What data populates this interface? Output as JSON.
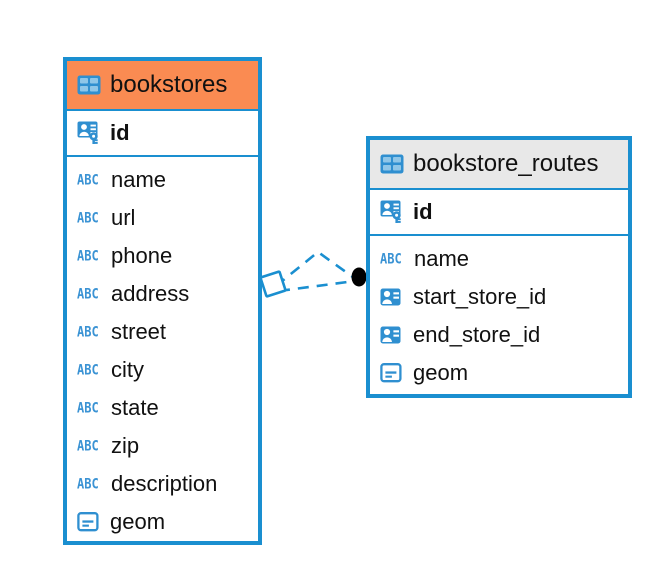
{
  "diagram": {
    "type": "er-diagram",
    "background": "#ffffff",
    "colors": {
      "border": "#1a8fd0",
      "accent_header": "#fa8b52",
      "neutral_header": "#e8e8e8",
      "icon_blue": "#2f8fd0",
      "icon_abc": "#3b93d4",
      "relation_line": "#1a8fd0",
      "relation_endpoint": "#000000",
      "text": "#111111"
    },
    "entities": [
      {
        "name": "bookstores",
        "header_style": "accent",
        "table_icon": "table-grid-icon",
        "primary_key": {
          "name": "id",
          "icon": "primary-key-icon"
        },
        "columns": [
          {
            "name": "name",
            "icon": "text-type-icon",
            "icon_label": "ABC"
          },
          {
            "name": "url",
            "icon": "text-type-icon",
            "icon_label": "ABC"
          },
          {
            "name": "phone",
            "icon": "text-type-icon",
            "icon_label": "ABC"
          },
          {
            "name": "address",
            "icon": "text-type-icon",
            "icon_label": "ABC"
          },
          {
            "name": "street",
            "icon": "text-type-icon",
            "icon_label": "ABC"
          },
          {
            "name": "city",
            "icon": "text-type-icon",
            "icon_label": "ABC"
          },
          {
            "name": "state",
            "icon": "text-type-icon",
            "icon_label": "ABC"
          },
          {
            "name": "zip",
            "icon": "text-type-icon",
            "icon_label": "ABC"
          },
          {
            "name": "description",
            "icon": "text-type-icon",
            "icon_label": "ABC"
          },
          {
            "name": "geom",
            "icon": "geometry-type-icon",
            "icon_label": ""
          }
        ]
      },
      {
        "name": "bookstore_routes",
        "header_style": "neutral",
        "table_icon": "table-grid-icon",
        "primary_key": {
          "name": "id",
          "icon": "primary-key-icon"
        },
        "columns": [
          {
            "name": "name",
            "icon": "text-type-icon",
            "icon_label": "ABC"
          },
          {
            "name": "start_store_id",
            "icon": "foreign-key-icon",
            "icon_label": ""
          },
          {
            "name": "end_store_id",
            "icon": "foreign-key-icon",
            "icon_label": ""
          },
          {
            "name": "geom",
            "icon": "geometry-type-icon",
            "icon_label": ""
          }
        ]
      }
    ],
    "relationships": [
      {
        "from": "bookstores",
        "to": "bookstore_routes",
        "style": "dashed",
        "source_marker": "diamond-outline",
        "target_marker": "filled-circle",
        "branches": 2
      }
    ]
  }
}
